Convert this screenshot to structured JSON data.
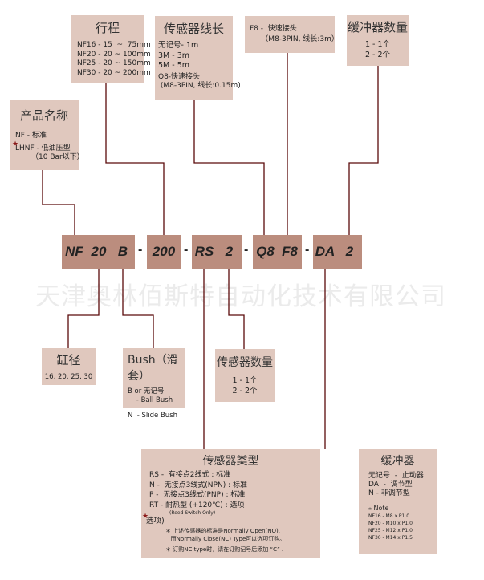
{
  "watermark": "天津奥林佰斯特自动化技术有限公司",
  "code": {
    "cells": [
      "NF",
      "20",
      "B",
      "200",
      "RS",
      "2",
      "Q8",
      "F8",
      "DA",
      "2"
    ],
    "dash": "-"
  },
  "stroke": {
    "title": "行程",
    "lines": [
      "NF16 - 15  ~  75mm",
      "NF20 - 20 ~ 100mm",
      "NF25 - 20 ~ 150mm",
      "NF30 - 20 ~ 200mm"
    ]
  },
  "cable": {
    "title": "传感器线长",
    "lines": [
      "无记号- 1m",
      "3M - 3m",
      "5M - 5m"
    ],
    "q8": [
      "Q8-快速接头",
      " (M8-3PIN, 线长:0.15m)"
    ]
  },
  "f8": {
    "lines": [
      "F8 -  快速接头",
      "     （M8-3PIN, 线长:3m）"
    ]
  },
  "buffer_qty": {
    "title": "缓冲器数量",
    "lines": [
      "1 - 1个",
      "2 - 2个"
    ]
  },
  "product": {
    "title": "产品名称",
    "nf": "NF - 标准",
    "lhnf": "LHNF - 低油压型",
    "lhnf_note": "（10 Bar以下）"
  },
  "bore": {
    "title": "缸径",
    "values": "16, 20, 25, 30"
  },
  "bush": {
    "title": "Bush（滑套）",
    "b": "B or 无记号",
    "b2": "    - Ball Bush",
    "n": "N  - Slide Bush"
  },
  "sensor_qty": {
    "title": "传感器数量",
    "lines": [
      "1 - 1个",
      "2 - 2个"
    ]
  },
  "sensor_type": {
    "title": "传感器类型",
    "lines": [
      "RS -  有接点2线式 : 标准",
      "N -  无接点3线式(NPN) : 标准",
      "P -  无接点3线式(PNP) : 标准",
      "RT - 耐热型 (+120℃) : 选项"
    ],
    "reed": "(Reed Switch Only)",
    "option": "选项)",
    "note1a": "＊ 上述传感器的标准是Normally Open(NO),",
    "note1b": "   而Normally Close(NC) Type可以选项订购。",
    "note2": "＊ 订购NC type时，请在订购记号后添加 “C” ."
  },
  "buffer": {
    "title": "缓冲器",
    "lines": [
      "无记号  -  止动器",
      "DA  -  调节型",
      "N - 非调节型"
    ],
    "note_title": "⁎ Note",
    "notes": [
      "NF16 - M8 x P1.0",
      "NF20 - M10 x P1.0",
      "NF25 - M12 x P1.0",
      "NF30 - M14 x P1.5"
    ]
  },
  "colors": {
    "box": "#e0c8be",
    "cell": "#bb8d7e",
    "line": "#5a0a0a"
  }
}
